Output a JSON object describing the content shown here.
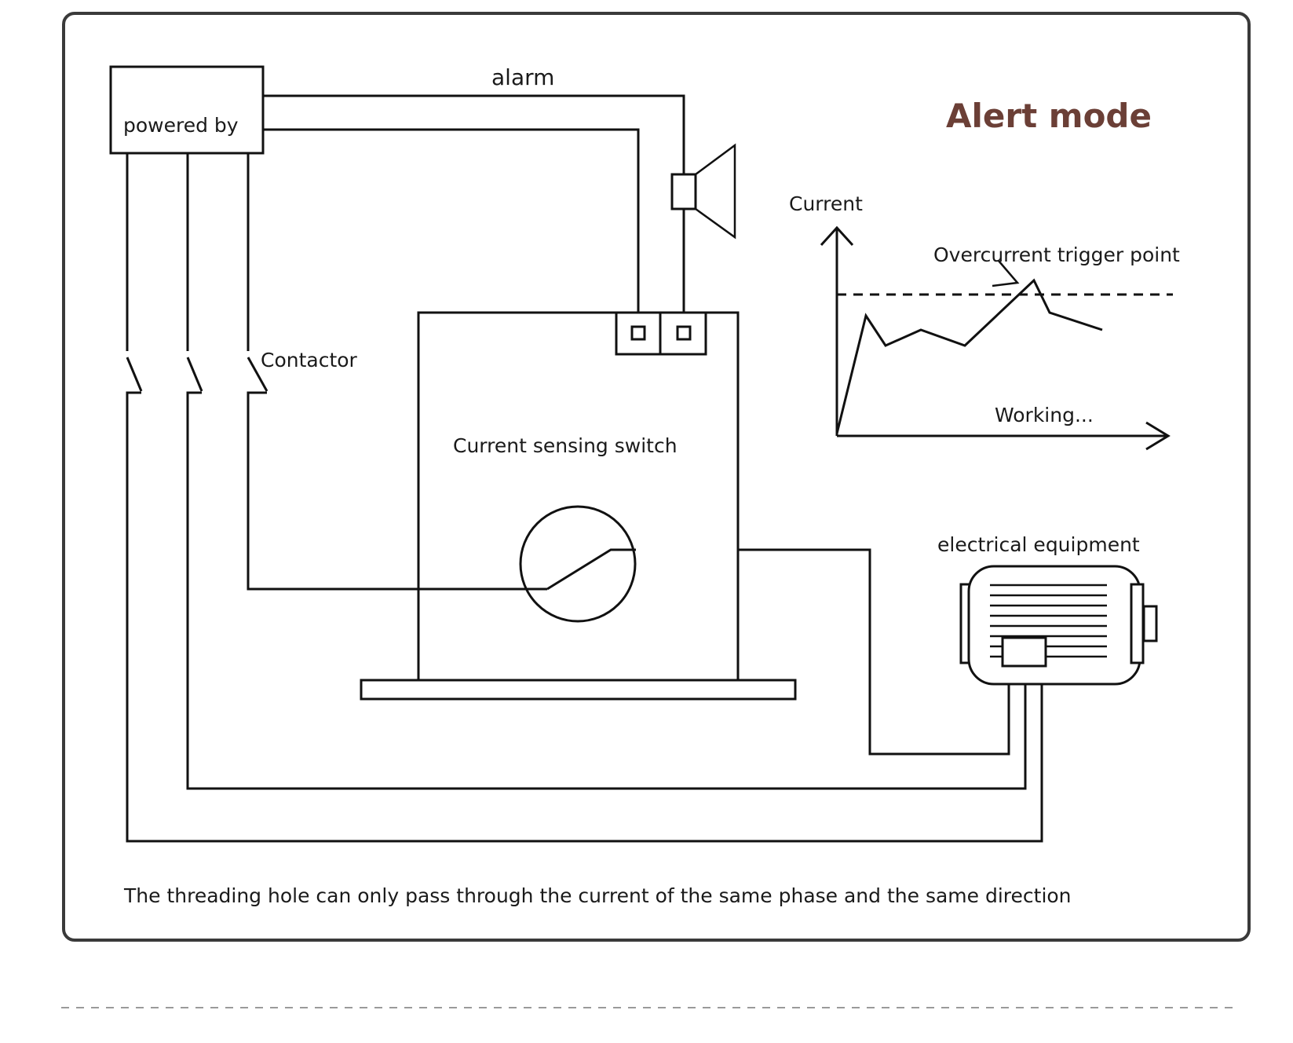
{
  "colors": {
    "line": "#111111",
    "frame": "#3a3a3a",
    "title": "#6b3f36",
    "separator": "#9a9a9a"
  },
  "labels": {
    "power": "powered by",
    "alarm": "alarm",
    "contactor": "Contactor",
    "sensor": "Current sensing switch",
    "equipment": "electrical equipment",
    "footnote": "The threading hole can only pass through the current of the same phase and the same direction"
  },
  "mode_panel": {
    "title": "Alert mode",
    "y_axis_label": "Current",
    "x_axis_label": "Working...",
    "trigger_label": "Overcurrent trigger point"
  },
  "icons": {
    "alarm": "speaker-horn-icon",
    "motor": "motor-icon",
    "switch": "switch-contact-icon"
  }
}
